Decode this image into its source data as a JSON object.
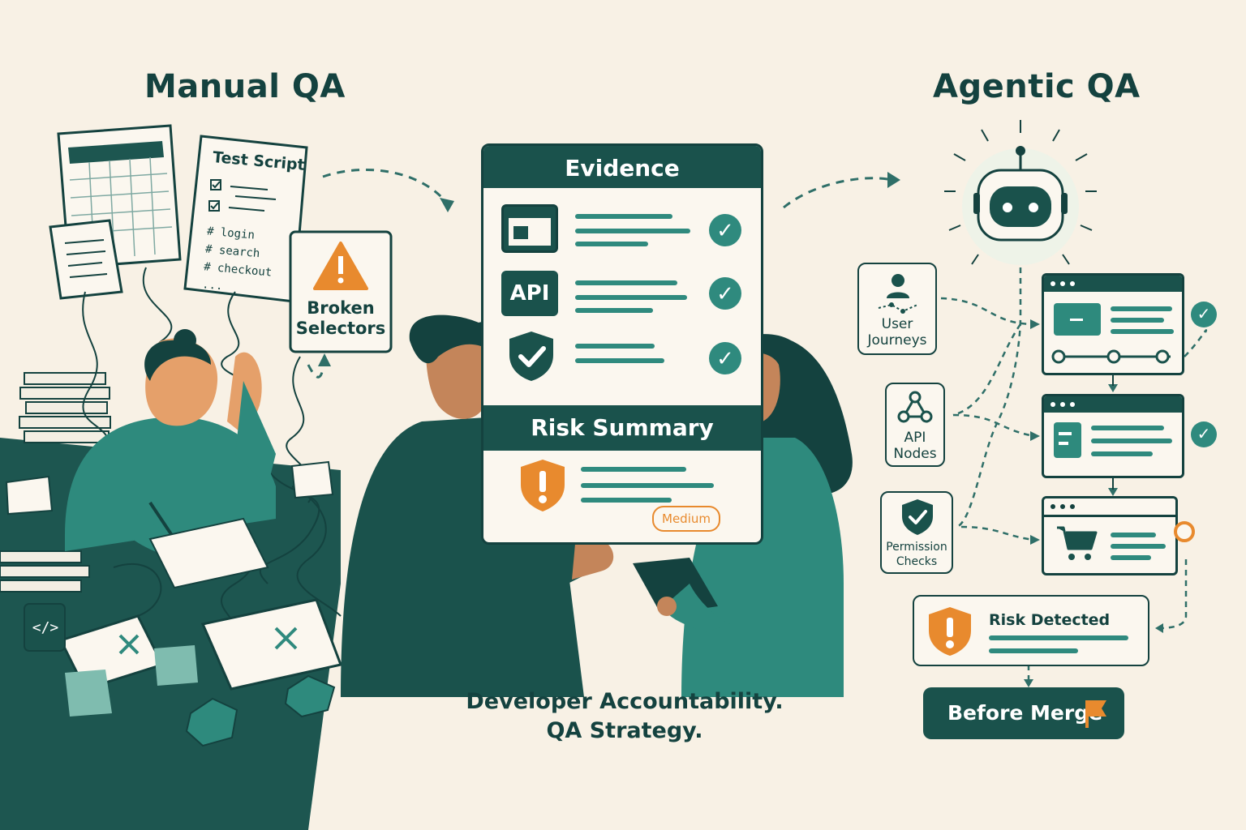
{
  "titles": {
    "left": "Manual QA",
    "right": "Agentic QA"
  },
  "manual": {
    "test_script_title": "Test Script",
    "script_lines": [
      "# login",
      "# search",
      "# checkout",
      "..."
    ],
    "broken_selectors": "Broken Selectors"
  },
  "evidence_panel": {
    "header": "Evidence",
    "api_label": "API",
    "risk_header": "Risk Summary",
    "risk_badge": "Medium"
  },
  "caption": {
    "line1": "Developer Accountability.",
    "line2": "QA Strategy."
  },
  "agentic": {
    "nodes": [
      {
        "label": "User Journeys"
      },
      {
        "label": "API Nodes"
      },
      {
        "label": "Permission Checks"
      }
    ],
    "risk_detected": "Risk Detected",
    "before_merge": "Before Merge"
  },
  "colors": {
    "background": "#f8f1e5",
    "dark_teal": "#14423f",
    "teal": "#2f8a7e",
    "orange": "#e88a2e"
  },
  "icons": [
    "robot-icon",
    "warning-icon",
    "shield-check-icon",
    "shield-alert-icon",
    "flag-icon",
    "cart-icon",
    "user-icon",
    "network-icon",
    "code-icon"
  ]
}
